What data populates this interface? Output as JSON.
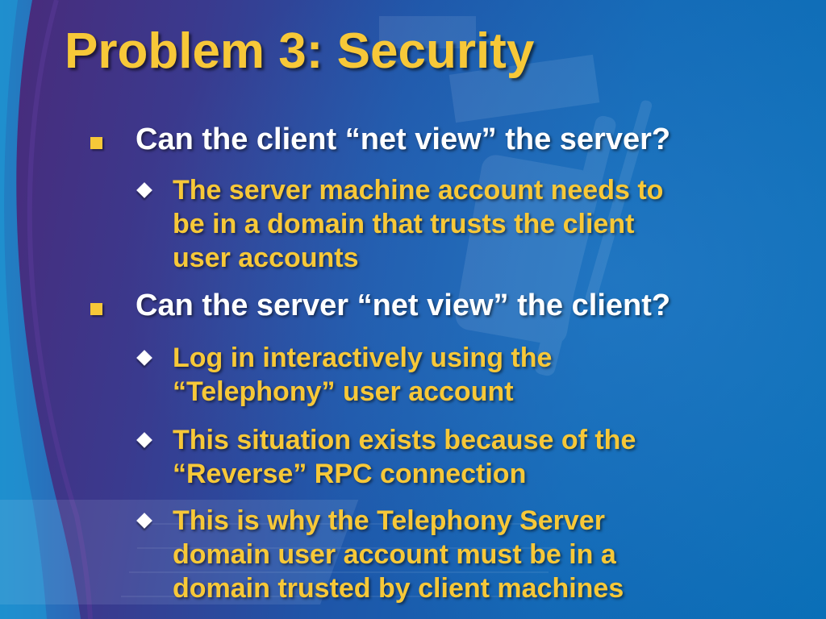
{
  "slide": {
    "title": "Problem 3: Security",
    "sections": [
      {
        "text": "Can the client “net view” the server?",
        "subpoints": [
          {
            "lines": [
              "The server machine account needs to",
              "be in a domain that trusts the client",
              "user accounts"
            ]
          }
        ]
      },
      {
        "text": "Can the server “net view” the client?",
        "subpoints": [
          {
            "lines": [
              "Log in interactively using the",
              "“Telephony” user account"
            ]
          },
          {
            "lines": [
              "This situation exists because of the",
              "“Reverse” RPC connection"
            ]
          },
          {
            "lines": [
              "This is why the Telephony Server",
              "domain user account must be in a",
              "domain trusted by client machines"
            ]
          }
        ]
      }
    ]
  },
  "colors": {
    "title": "#f7c838",
    "level1_text": "#ffffff",
    "level2_text": "#f7c838",
    "square_bullet": "#f7c838",
    "diamond_bullet": "#ffffff",
    "background_start": "#4a2a7a",
    "background_end": "#0a6fb7"
  },
  "icons": {
    "level1_bullet": "square-bullet-icon",
    "level2_bullet": "diamond-bullet-icon"
  }
}
